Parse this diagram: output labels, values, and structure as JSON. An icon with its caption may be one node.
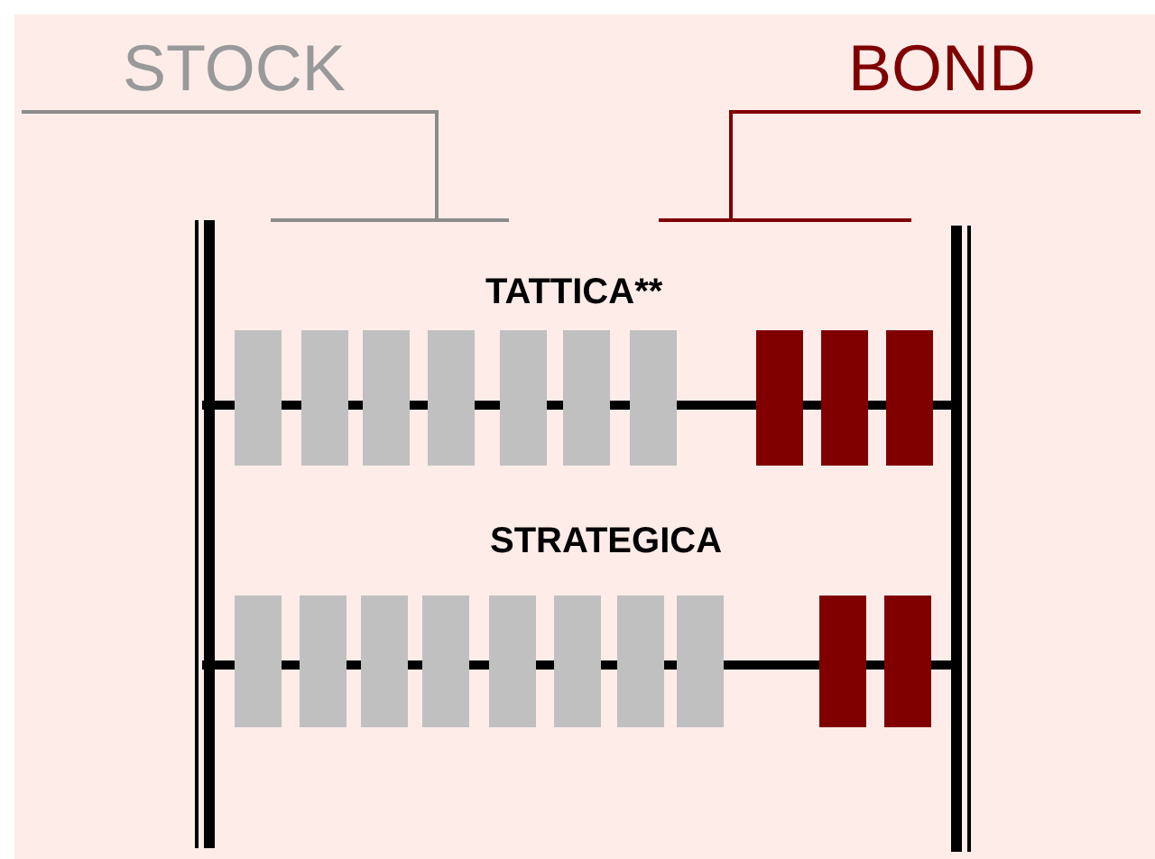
{
  "diagram": {
    "labels": [
      "STOCK",
      "BOND",
      "TATTICA**",
      "STRATEGICA"
    ]
  }
}
